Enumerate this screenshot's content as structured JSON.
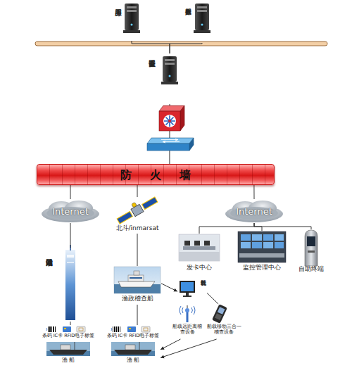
{
  "diagram": {
    "nodes": [
      {
        "text": [
          "应用服务器"
        ]
      },
      {
        "text": [
          "数据库服务器"
        ]
      },
      {
        "text": [
          "安全认证服务器"
        ]
      },
      {
        "text": [
          "防火墙"
        ]
      },
      {
        "text": [
          "Internet"
        ]
      },
      {
        "text": [
          "北斗/inmarsat"
        ]
      },
      {
        "text": [
          "Internet"
        ]
      },
      {
        "text": [
          "基站港口式阅读器"
        ]
      },
      {
        "text": [
          "渔政稽查船"
        ]
      },
      {
        "text": [
          "船载计算机"
        ]
      },
      {
        "text": [
          "船载远距离稽查设备"
        ]
      },
      {
        "text": [
          "船载移动三合一稽查设备"
        ]
      },
      {
        "text": [
          "发卡中心"
        ]
      },
      {
        "text": [
          "监控管理中心"
        ]
      },
      {
        "text": [
          "自助终端"
        ]
      },
      {
        "text": [
          "条码 IC卡 RFID电子标签",
          "渔 船"
        ]
      },
      {
        "text": [
          "条码 IC卡 RFID电子标签",
          "渔 船"
        ]
      }
    ],
    "edges": [
      {
        "from": 0,
        "to": 2,
        "arrow": "none"
      },
      {
        "from": 1,
        "to": 2,
        "arrow": "none"
      },
      {
        "from": 2,
        "to": 3,
        "arrow": "none"
      },
      {
        "from": 3,
        "to": 4,
        "arrow": "none"
      },
      {
        "from": 3,
        "to": 5,
        "arrow": "none"
      },
      {
        "from": 3,
        "to": 6,
        "arrow": "none"
      },
      {
        "from": 4,
        "to": 7,
        "arrow": "none"
      },
      {
        "from": 5,
        "to": 8,
        "arrow": "none"
      },
      {
        "from": 6,
        "to": 12,
        "arrow": "none"
      },
      {
        "from": 6,
        "to": 13,
        "arrow": "none"
      },
      {
        "from": 6,
        "to": 14,
        "arrow": "none"
      },
      {
        "from": 7,
        "to": 15,
        "arrow": "none"
      },
      {
        "from": 8,
        "to": 9,
        "arrow": "to"
      },
      {
        "from": 8,
        "to": 16,
        "arrow": "none"
      },
      {
        "from": 9,
        "to": 10,
        "arrow": "none"
      },
      {
        "from": 9,
        "to": 11,
        "arrow": "none"
      },
      {
        "from": 10,
        "to": 16,
        "arrow": "to"
      },
      {
        "from": 11,
        "to": 16,
        "arrow": "to"
      }
    ]
  }
}
